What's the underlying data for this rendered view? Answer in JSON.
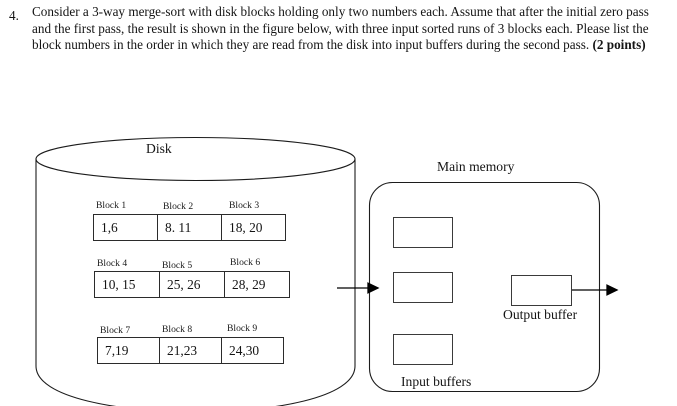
{
  "question": {
    "number": "4.",
    "text": "Consider a 3-way merge-sort with disk blocks holding only two numbers each.  Assume that after the initial zero pass and the first pass, the result is shown in the figure below, with three input sorted runs of 3 blocks each.  Please list the block numbers in the order in which they are read from the disk into input buffers during the second pass. ",
    "points": "(2 points)"
  },
  "figure": {
    "disk": {
      "label": "Disk",
      "rows": [
        {
          "headers": [
            "Block 1",
            "Block 2",
            "Block 3"
          ],
          "values": [
            "1,6",
            "8. 11",
            "18, 20"
          ]
        },
        {
          "headers": [
            "Block 4",
            "Block 5",
            "Block 6"
          ],
          "values": [
            "10, 15",
            "25, 26",
            "28, 29"
          ]
        },
        {
          "headers": [
            "Block 7",
            "Block 8",
            "Block 9"
          ],
          "values": [
            "7,19",
            "21,23",
            "24,30"
          ]
        }
      ]
    },
    "main_memory": {
      "label": "Main memory",
      "input_buffers_label": "Input buffers",
      "output_buffer_label": "Output buffer",
      "input_buffers": [
        "",
        "",
        ""
      ],
      "output_buffer": ""
    },
    "colors": {
      "stroke": "#2b2b2b",
      "text": "#141414",
      "background": "#ffffff"
    }
  }
}
